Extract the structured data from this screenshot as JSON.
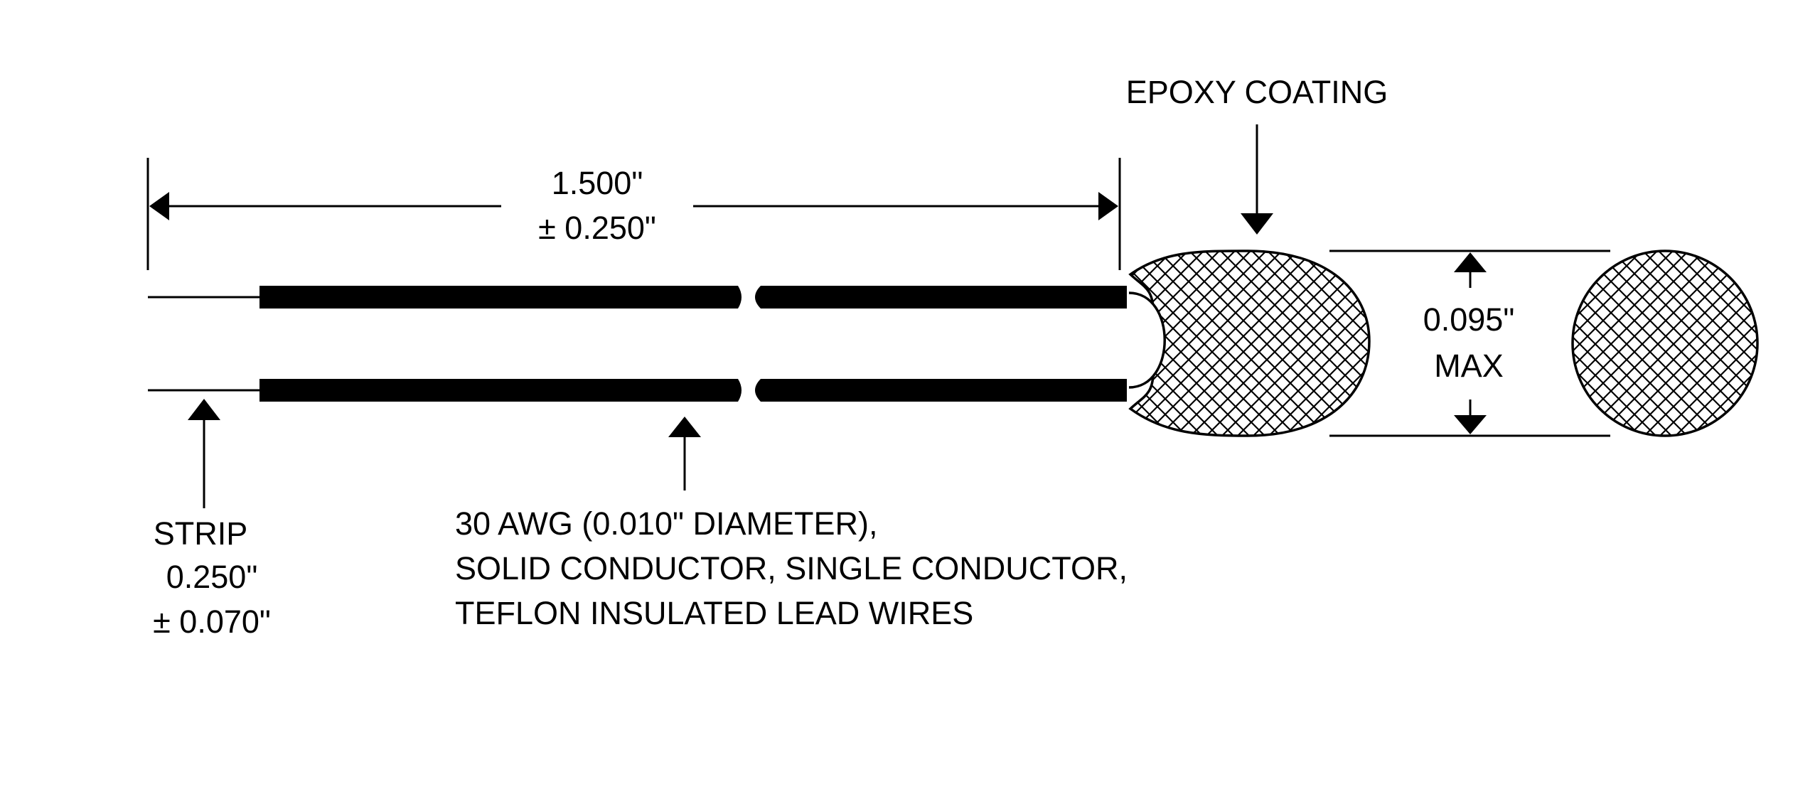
{
  "labels": {
    "epoxy_coating": "EPOXY COATING",
    "length_value": "1.500\"",
    "length_tolerance": "± 0.250\"",
    "diameter_value": "0.095\"",
    "diameter_qualifier": "MAX",
    "strip_title": "STRIP",
    "strip_value": "0.250\"",
    "strip_tolerance": "± 0.070\"",
    "wire_line1": "30 AWG (0.010\" DIAMETER),",
    "wire_line2": "SOLID CONDUCTOR, SINGLE CONDUCTOR,",
    "wire_line3": "TEFLON INSULATED LEAD WIRES"
  },
  "colors": {
    "ink": "#000000",
    "paper": "#ffffff"
  }
}
